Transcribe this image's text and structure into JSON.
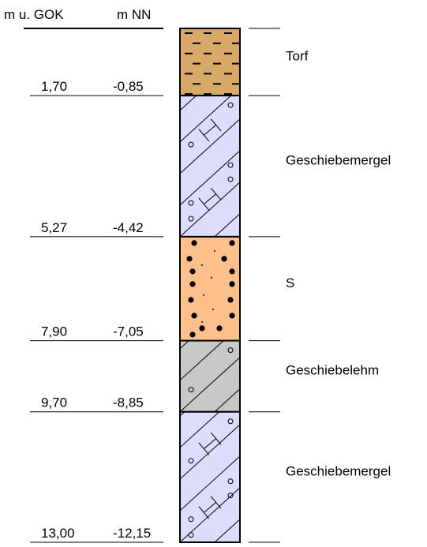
{
  "header": {
    "depth_label": "m u. GOK",
    "elevation_label": "m NN"
  },
  "layers": [
    {
      "name": "Torf",
      "bottom_depth": "1,70",
      "bottom_elevation": "-0,85",
      "bottom_depth_m": 1.7,
      "fill_color": "#D8A868",
      "pattern": "peat-dashes"
    },
    {
      "name": "Geschiebemergel",
      "bottom_depth": "5,27",
      "bottom_elevation": "-4,42",
      "bottom_depth_m": 5.27,
      "fill_color": "#DCDCFC",
      "pattern": "till-hatch-circles-h"
    },
    {
      "name": "S",
      "bottom_depth": "7,90",
      "bottom_elevation": "-7,05",
      "bottom_depth_m": 7.9,
      "fill_color": "#FFC08C",
      "pattern": "sand-dots"
    },
    {
      "name": "Geschiebelehm",
      "bottom_depth": "9,70",
      "bottom_elevation": "-8,85",
      "bottom_depth_m": 9.7,
      "fill_color": "#C8C8C8",
      "pattern": "till-hatch-circles"
    },
    {
      "name": "Geschiebemergel",
      "bottom_depth": "13,00",
      "bottom_elevation": "-12,15",
      "bottom_depth_m": 13.0,
      "fill_color": "#DCDCFC",
      "pattern": "till-hatch-circles-h"
    }
  ]
}
